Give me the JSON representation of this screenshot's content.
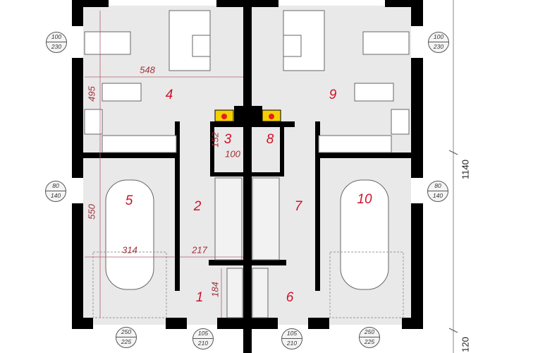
{
  "rooms": {
    "r1": "1",
    "r2": "2",
    "r3": "3",
    "r4": "4",
    "r5": "5",
    "r6": "6",
    "r7": "7",
    "r8": "8",
    "r9": "9",
    "r10": "10"
  },
  "dimensions": {
    "kitchen_width": "548",
    "kitchen_depth": "495",
    "wc_depth": "152",
    "wc_width": "100",
    "garage_depth": "550",
    "garage_width": "314",
    "hall_width": "217",
    "entry_depth": "184"
  },
  "external_dims": {
    "total": "1140",
    "porch": "120"
  },
  "window_tags": [
    {
      "w": "100",
      "h": "230"
    },
    {
      "w": "100",
      "h": "230"
    },
    {
      "w": "80",
      "h": "140"
    },
    {
      "w": "80",
      "h": "140"
    },
    {
      "w": "250",
      "h": "225"
    },
    {
      "w": "250",
      "h": "225"
    },
    {
      "w": "105",
      "h": "210"
    },
    {
      "w": "105",
      "h": "210"
    }
  ],
  "colors": {
    "wall": "#000000",
    "floor": "#e9e9e9",
    "label": "#d0102a",
    "fireplace": "#f5d000"
  }
}
